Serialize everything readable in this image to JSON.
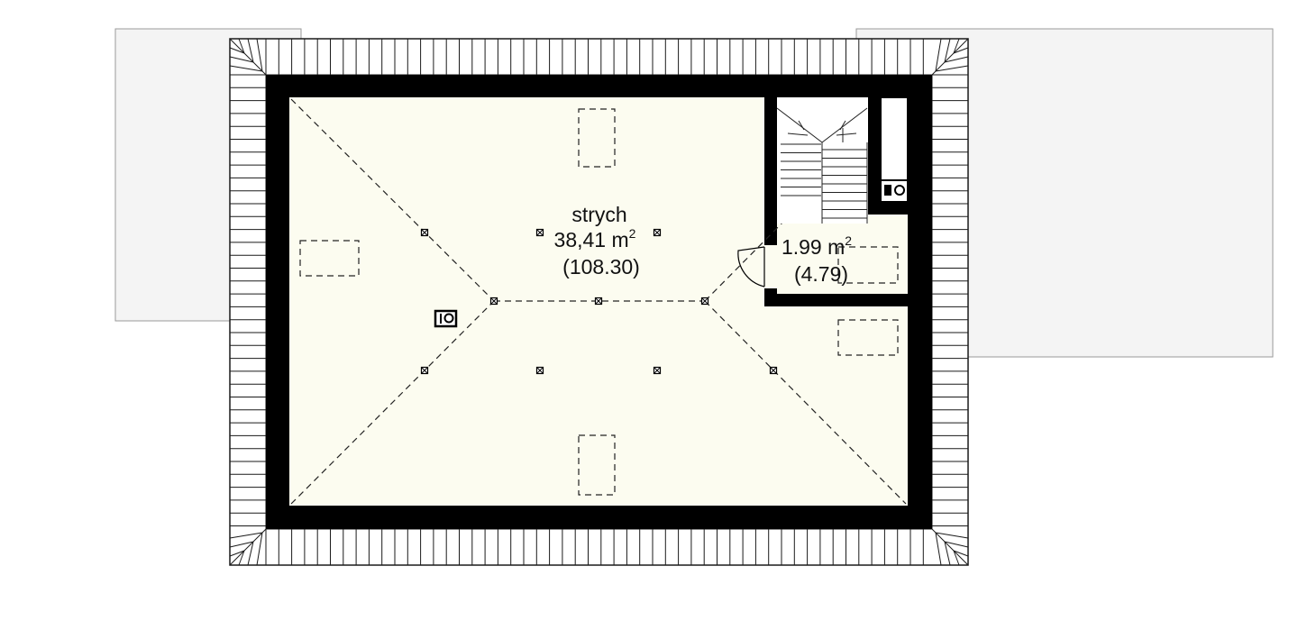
{
  "colors": {
    "floor": "#fcfcf0",
    "wall": "#000000",
    "roof_outline": "#1a1a1a",
    "side_building": "#f4f4f4",
    "side_building_stroke": "#9a9a9a",
    "dashed": "#222222"
  },
  "rooms": {
    "attic": {
      "name": "strych",
      "area_value": "38,41 m",
      "area_sup": "2",
      "net_area": "(108.30)"
    },
    "stair_landing": {
      "area_value": "1.99 m",
      "area_sup": "2",
      "net_area": "(4.79)"
    }
  },
  "icons": {
    "chimney": "chimney-icon",
    "vent": "vent-icon",
    "roof_pillar": "roof-pillar-marker",
    "skylight": "skylight-outline",
    "stairs": "stairs-icon",
    "door_swing": "door-swing-icon"
  }
}
